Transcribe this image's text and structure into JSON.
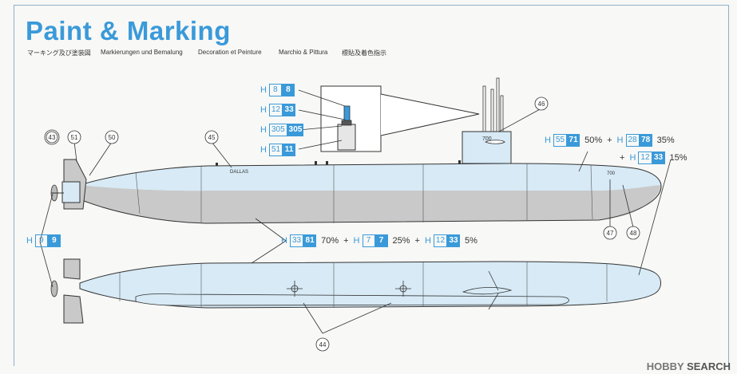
{
  "title": "Paint & Marking",
  "subtitles": [
    "マーキング及び塗装図",
    "Markierungen und Bemalung",
    "Decoration et Peinture",
    "Marchio & Pittura",
    "標貼及着色指示"
  ],
  "colors": {
    "blue": "#3a9ad9",
    "hull_light": "#d4e8f5",
    "hull_gray": "#c8c8c8",
    "line": "#333333"
  },
  "paint_legend_detail": [
    {
      "prefix": "H",
      "a": "8",
      "b": "8"
    },
    {
      "prefix": "H",
      "a": "12",
      "b": "33"
    },
    {
      "prefix": "H",
      "a": "305",
      "b": "305"
    },
    {
      "prefix": "H",
      "a": "51",
      "b": "11"
    }
  ],
  "mix_upper": {
    "items": [
      {
        "prefix": "H",
        "a": "55",
        "b": "71",
        "pct": "50%"
      },
      {
        "prefix": "H",
        "a": "28",
        "b": "78",
        "pct": "35%"
      },
      {
        "prefix": "H",
        "a": "12",
        "b": "33",
        "pct": "15%"
      }
    ]
  },
  "mix_lower": {
    "items": [
      {
        "prefix": "H",
        "a": "33",
        "b": "81",
        "pct": "70%"
      },
      {
        "prefix": "H",
        "a": "7",
        "b": "7",
        "pct": "25%"
      },
      {
        "prefix": "H",
        "a": "12",
        "b": "33",
        "pct": "5%"
      }
    ]
  },
  "prop_color": {
    "prefix": "H",
    "a": "9",
    "b": "9"
  },
  "callouts": [
    "43",
    "51",
    "50",
    "45",
    "46",
    "47",
    "48",
    "44"
  ],
  "hull_text": {
    "name": "DALLAS",
    "sail_number": "700",
    "bow_number": "700"
  },
  "watermark": {
    "brand": "HOBBY",
    "rest": "SEARCH"
  },
  "plus": "+"
}
